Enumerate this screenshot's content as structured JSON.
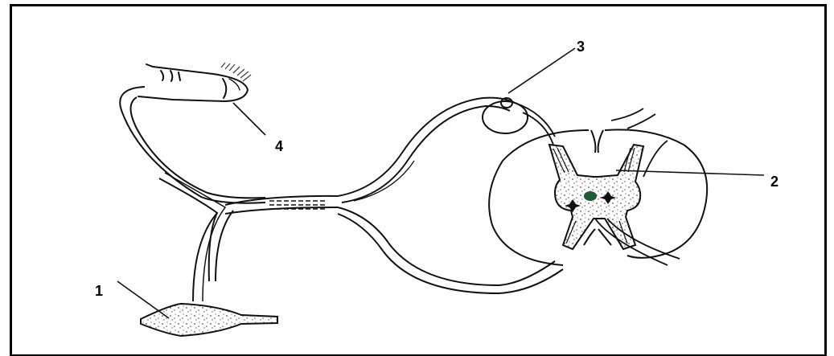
{
  "diagram": {
    "labels": {
      "one": "1",
      "two": "2",
      "three": "3",
      "four": "4"
    },
    "colors": {
      "stroke": "#111111",
      "stipple": "#555555",
      "central_canal": "#1f5a35",
      "border": "#000000"
    }
  }
}
